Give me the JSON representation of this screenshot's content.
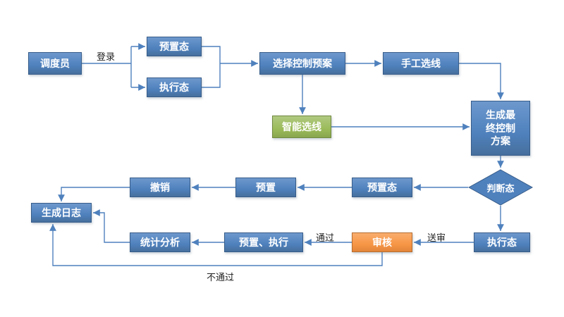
{
  "diagram": {
    "type": "flowchart",
    "nodes": {
      "dispatcher": "调度员",
      "preset_state_top": "预置态",
      "exec_state_top": "执行态",
      "select_plan": "选择控制预案",
      "manual_select": "手工选线",
      "smart_select": "智能选线",
      "final_scheme": "生成最终控制方案",
      "judge_state": "判断态",
      "preset_state_mid": "预置态",
      "preset": "预置",
      "undo": "撤销",
      "gen_log": "生成日志",
      "exec_state_bottom": "执行态",
      "review": "审核",
      "preset_exec": "预置、执行",
      "stats_analysis": "统计分析"
    },
    "edge_labels": {
      "login": "登录",
      "submit_review": "送审",
      "pass": "通过",
      "fail": "不通过"
    },
    "colors": {
      "node_blue": "#4F81BD",
      "node_blue_border": "#385D8A",
      "node_green": "#9BBB59",
      "node_green_border": "#71893F",
      "node_orange": "#F79646",
      "node_orange_border": "#B66D31",
      "connector": "#4F81BD",
      "edge_label_text": "#222222",
      "background": "#FFFFFF"
    }
  }
}
